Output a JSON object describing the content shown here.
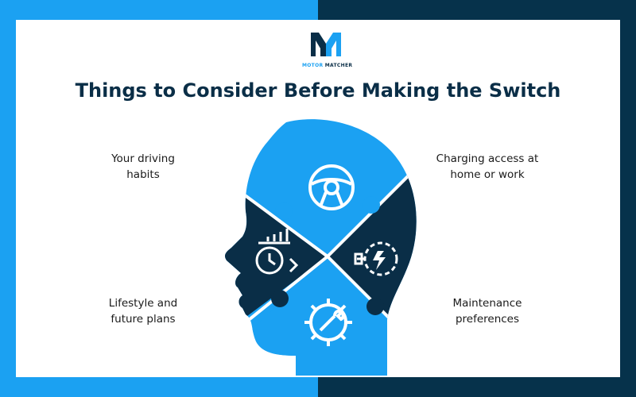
{
  "logo": {
    "word_part1": "MOTOR",
    "word_part2": "MATCHER"
  },
  "title": "Things to Consider Before Making the Switch",
  "points": {
    "top_left": {
      "line1": "Your driving",
      "line2": "habits",
      "icon": "steering-wheel-icon"
    },
    "top_right": {
      "line1": "Charging access at",
      "line2": "home or work",
      "icon": "charging-plug-icon"
    },
    "bottom_left": {
      "line1": "Lifestyle and",
      "line2": "future plans",
      "icon": "clock-growth-icon"
    },
    "bottom_right": {
      "line1": "Maintenance",
      "line2": "preferences",
      "icon": "gear-wrench-icon"
    }
  },
  "colors": {
    "left_band": "#1ba1f2",
    "right_band": "#06324b",
    "light_blue": "#1ba1f2",
    "dark_navy": "#0a2e47",
    "title": "#0a2e47"
  }
}
